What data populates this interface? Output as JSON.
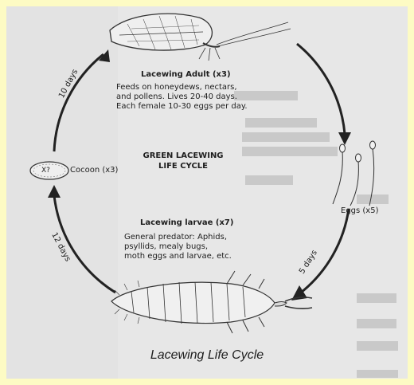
{
  "title_line1": "GREEN LACEWING",
  "title_line2": "LIFE CYCLE",
  "adult": {
    "label": "Lacewing Adult (x3)",
    "desc": [
      "Feeds on honeydews, nectars,",
      "and pollens.  Lives 20-40 days.",
      "Each female 10-30 eggs per day."
    ]
  },
  "eggs": {
    "label": "Eggs (x5)"
  },
  "larvae": {
    "label": "Lacewing larvae (x7)",
    "desc": [
      "General predator:  Aphids,",
      "psyllids, mealy bugs,",
      "moth eggs and larvae, etc."
    ]
  },
  "cocoon": {
    "label": "Cocoon (x3)",
    "symbol": "X?"
  },
  "durations": {
    "adult_to_cocoon_path": "10 days",
    "eggs_to_larvae": "5 days",
    "larvae_to_cocoon": "12 days"
  },
  "caption": "Lacewing Life Cycle",
  "colors": {
    "page": "#fdfbc4",
    "figure": "#e3e3e3",
    "ink": "#1e1e1e"
  }
}
